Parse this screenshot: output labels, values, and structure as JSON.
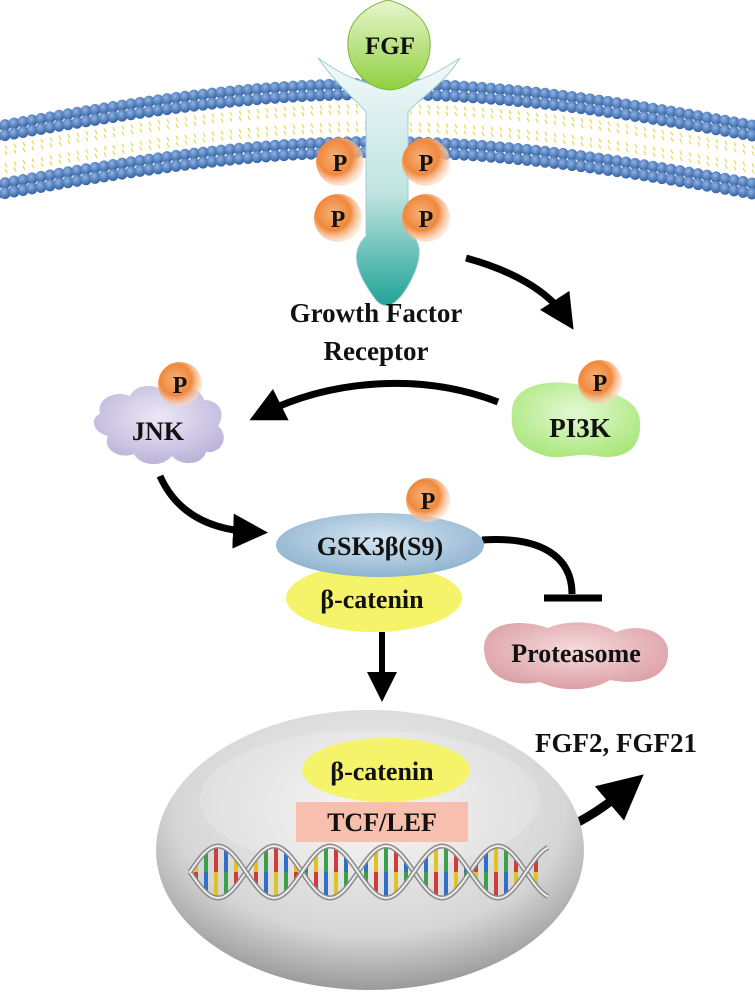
{
  "labels": {
    "ligand": "FGF",
    "receptor_line1": "Growth Factor",
    "receptor_line2": "Receptor",
    "phospho": "P",
    "pi3k": "PI3K",
    "jnk": "JNK",
    "gsk3b": "GSK3β(S9)",
    "beta_catenin_cyto": "β-catenin",
    "proteasome": "Proteasome",
    "beta_catenin_nuclear": "β-catenin",
    "tcf_lef": "TCF/LEF",
    "target_genes": "FGF2, FGF21"
  },
  "colors": {
    "membrane_head": "#3d6fb0",
    "membrane_tail": "#e8d84a",
    "phospho": "#f0883c",
    "ligand": "#9ed448",
    "receptor_top": "#e6f4f4",
    "receptor_bottom": "#2fb0a4",
    "pi3k": "#b6ec8c",
    "jnk": "#cbc3e3",
    "gsk3b": "#a9c6dc",
    "beta_catenin": "#f4f36c",
    "proteasome": "#e6b0b4",
    "tcf_lef": "#f8bfae",
    "nucleus": "#cfcfcf",
    "arrow": "#000000"
  },
  "icons": [
    "phospho-bead-icon",
    "dna-helix-icon",
    "inhibition-bar-icon"
  ]
}
